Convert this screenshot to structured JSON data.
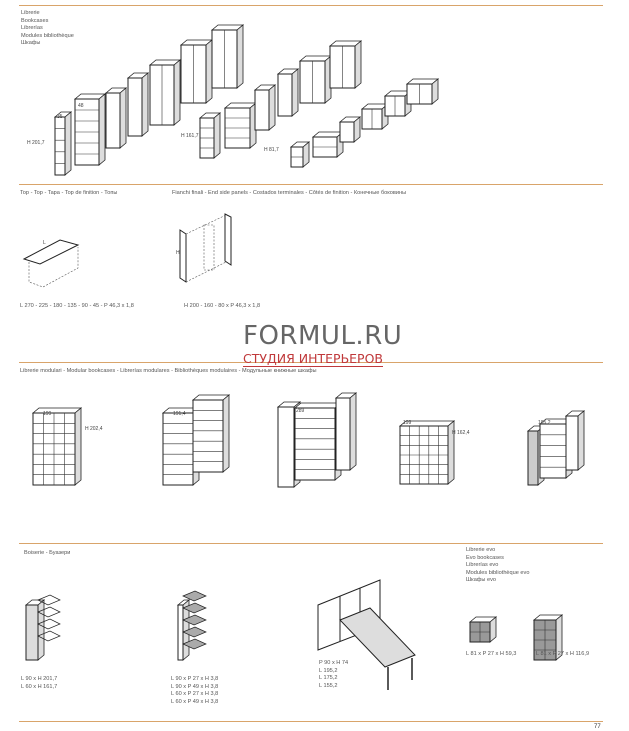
{
  "header": {
    "title_lines": [
      "Librerie",
      "Bookcases",
      "Librerías",
      "Modules bibliothèque",
      "Шкафы"
    ]
  },
  "bookcases": {
    "heights": [
      "H 201,7",
      "H 161,7",
      "H 81,7"
    ],
    "depths": [
      "35",
      "48"
    ]
  },
  "top": {
    "title": "Top - Top - Tapa - Top de finition - Топы",
    "dim_label": "L",
    "sizes": "L 270 - 225 - 180 - 135 - 90 - 45 - P 46,3 x 1,8"
  },
  "end_panels": {
    "title": "Fianchi finali - End side panels - Costados terminales - Côtés de finition - Конечные боковины",
    "dim_label": "H",
    "sizes": "H 200 - 160 - 80 x P 46,3 x 1,8"
  },
  "watermark": {
    "brand": "FORMUL.RU",
    "tagline": "СТУДИЯ ИНТЕРЬЕРОВ"
  },
  "modular": {
    "title": "Librerie modulari - Modular bookcases - Librerías modulares - Bibliothèques modulaires - Модульные книжные шкафы",
    "items": [
      {
        "width": "199",
        "height": "H 202,4"
      },
      {
        "width": "191,4"
      },
      {
        "width": "289"
      },
      {
        "width": "199",
        "height": "H 162,4"
      },
      {
        "width": "195,2"
      }
    ]
  },
  "boiserie": {
    "title": "Boiserie - Буазери",
    "items": [
      {
        "lines": [
          "L 90 x H 201,7",
          "L 60 x H 161,7"
        ]
      },
      {
        "lines": [
          "L 90 x P 27 x H 3,8",
          "L 90 x P 49 x H 3,8",
          "L 60 x P 27 x H 3,8",
          "L 60 x P 49 x H 3,8"
        ]
      },
      {
        "lines": [
          "P 90 x H 74",
          "L 195,2",
          "L 175,2",
          "L 155,2"
        ]
      }
    ]
  },
  "evo": {
    "title_lines": [
      "Librerie evo",
      "Evo bookcases",
      "Librerías evo",
      "Modules bibliothèque evo",
      "Шкафы evo"
    ],
    "items": [
      "L 81 x P 27 x H 59,3",
      "L 81 x P 27 x H 116,9"
    ]
  },
  "page_number": "77",
  "colors": {
    "rule": "#d9a46a",
    "watermark_red": "#c0393b",
    "text": "#555555"
  }
}
